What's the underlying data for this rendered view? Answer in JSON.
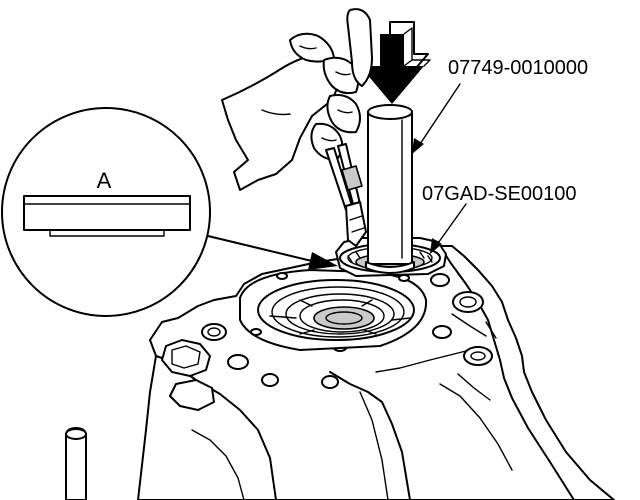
{
  "labels": {
    "tool_driver": "07749-0010000",
    "tool_attachment": "07GAD-SE00100",
    "detail_callout": "A"
  }
}
